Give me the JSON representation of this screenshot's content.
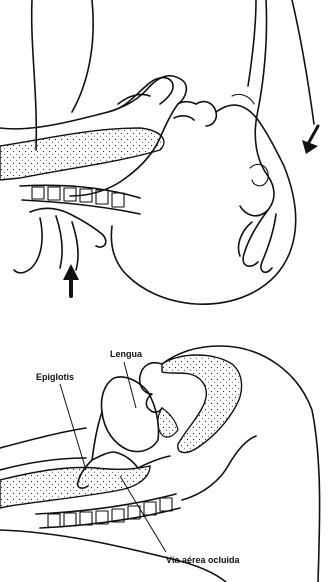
{
  "panels": [
    {
      "id": "head-tilt-jaw-thrust"
    },
    {
      "id": "airway-cross-section",
      "labels": {
        "lengua": "Lengua",
        "epiglotis": "Epiglotis",
        "via_aerea": "Vía aérea ocluida"
      }
    }
  ],
  "icons": [
    "arrow-down-icon",
    "arrow-up-icon"
  ]
}
